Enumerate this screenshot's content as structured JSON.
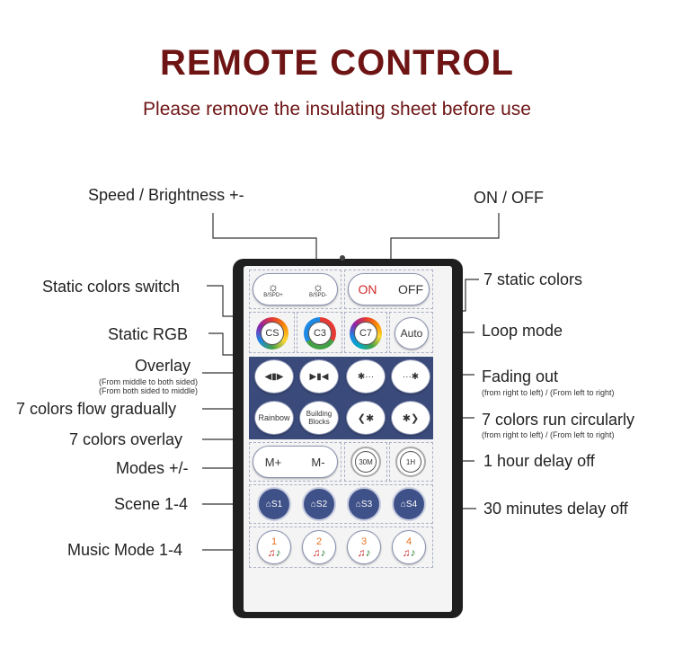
{
  "header": {
    "title": "REMOTE CONTROL",
    "subtitle": "Please remove the insulating sheet before use"
  },
  "labels": {
    "speed_brightness": "Speed / Brightness +-",
    "on_off": "ON / OFF",
    "static_colors_switch": "Static colors switch",
    "seven_static_colors": "7 static colors",
    "static_rgb": "Static RGB",
    "loop_mode": "Loop mode",
    "overlay": "Overlay",
    "overlay_note_1": "(From middle to both sided)",
    "overlay_note_2": "(From both sided to middle)",
    "fading_out": "Fading out",
    "fading_out_note": "(from right to left) / (From left to right)",
    "seven_colors_flow": "7 colors flow gradually",
    "seven_colors_run": "7 colors run circularly",
    "seven_colors_run_note": "(from right to left) / (From left to right)",
    "seven_colors_overlay": "7 colors overlay",
    "one_hour_delay": "1 hour delay off",
    "modes": "Modes +/-",
    "scene": "Scene 1-4",
    "thirty_min_delay": "30 minutes delay off",
    "music_mode": "Music Mode 1-4"
  },
  "remote": {
    "row1": {
      "b_spd_plus": "B/SPD+",
      "b_spd_minus": "B/SPD-",
      "on": "ON",
      "off": "OFF"
    },
    "row2": {
      "cs": "CS",
      "c3": "C3",
      "c7": "C7",
      "auto": "Auto"
    },
    "row4": {
      "rainbow": "Rainbow",
      "building_blocks": "Building Blocks"
    },
    "row5": {
      "m_plus": "M+",
      "m_minus": "M-",
      "t30": "30M",
      "t1h": "1H"
    },
    "row6": {
      "s1": "S1",
      "s2": "S2",
      "s3": "S3",
      "s4": "S4"
    },
    "row7": {
      "m1": "1",
      "m2": "2",
      "m3": "3",
      "m4": "4"
    }
  },
  "colors": {
    "title": "#6e1414",
    "panel_blue": "#3a4a7a",
    "scene_blue": "#3f5189",
    "on_red": "#d22a2a"
  }
}
